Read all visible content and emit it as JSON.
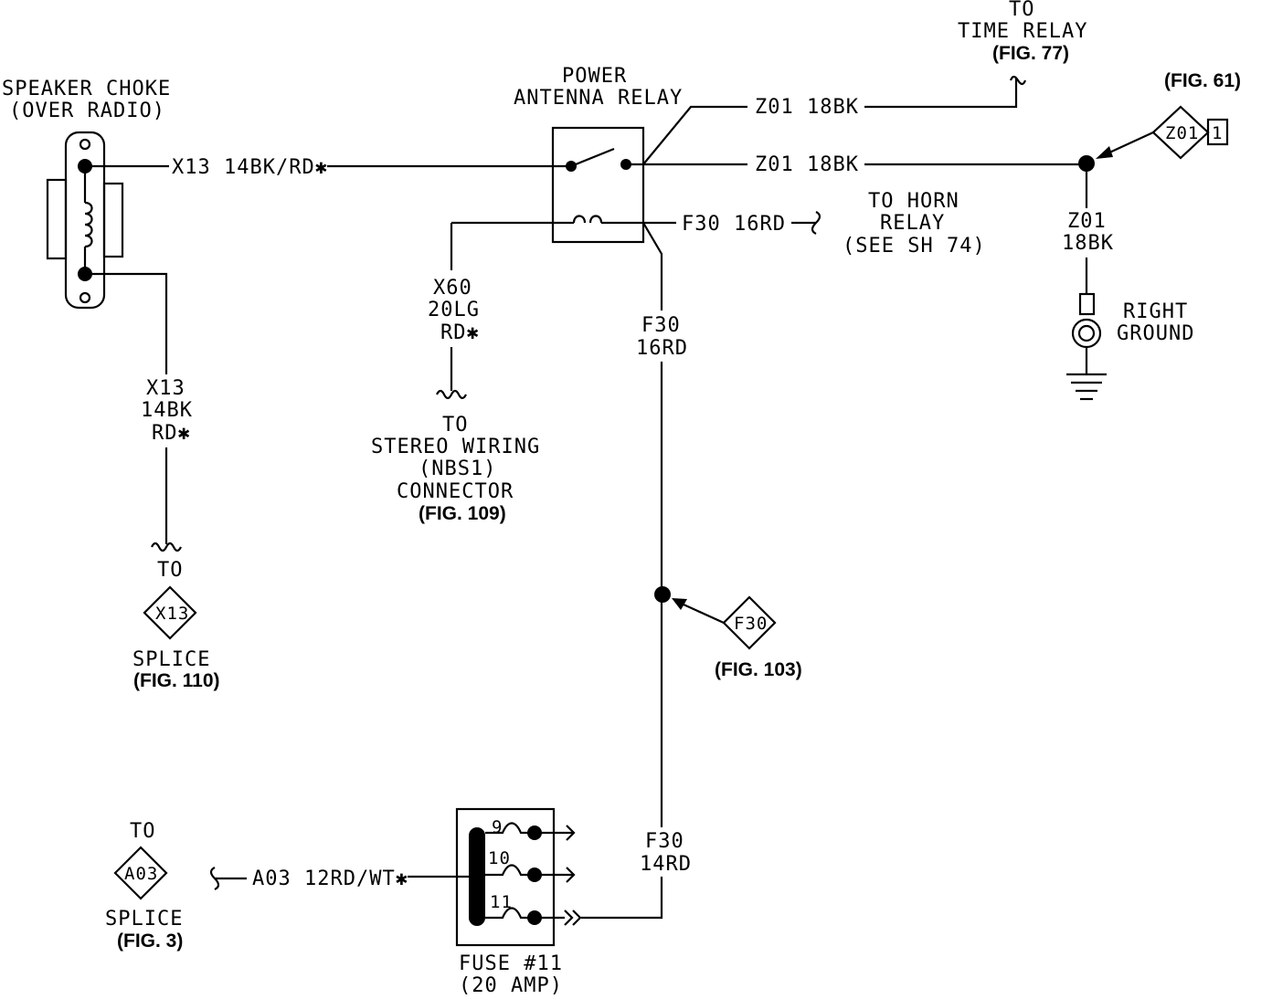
{
  "speaker_choke": {
    "title": "SPEAKER CHOKE",
    "subtitle": "(OVER RADIO)"
  },
  "relay": {
    "title": "POWER",
    "subtitle": "ANTENNA RELAY"
  },
  "wires": {
    "x13_top": "X13 14BK/RD✱",
    "z01_upper": "Z01 18BK",
    "z01_main": "Z01 18BK",
    "f30_horn": "F30 16RD",
    "a03": "A03 12RD/WT✱"
  },
  "time_relay": {
    "line1": "TO",
    "line2": "TIME RELAY",
    "fig": "(FIG. 77)"
  },
  "fig61": {
    "fig": "(FIG. 61)",
    "connector": "Z01",
    "pin": "1"
  },
  "horn_relay": {
    "line1": "TO HORN",
    "line2": "RELAY",
    "line3": "(SEE SH 74)"
  },
  "ground_wire": {
    "line1": "Z01",
    "line2": "18BK"
  },
  "ground": {
    "line1": "RIGHT",
    "line2": "GROUND"
  },
  "x60_wire": {
    "line1": "X60",
    "line2": "20LG",
    "line3": "RD✱"
  },
  "stereo": {
    "line1": "TO",
    "line2": "STEREO WIRING",
    "line3": "(NBS1)",
    "line4": "CONNECTOR",
    "fig": "(FIG. 109)"
  },
  "f30_vertical": {
    "line1": "F30",
    "line2": "16RD"
  },
  "x13_vertical": {
    "line1": "X13",
    "line2": "14BK",
    "line3": "RD✱"
  },
  "x13_splice": {
    "to": "TO",
    "connector": "X13",
    "label": "SPLICE",
    "fig": "(FIG. 110)"
  },
  "f30_splice": {
    "connector": "F30",
    "fig": "(FIG. 103)"
  },
  "f30_fuse_wire": {
    "line1": "F30",
    "line2": "14RD"
  },
  "a03_splice": {
    "to": "TO",
    "connector": "A03",
    "label": "SPLICE",
    "fig": "(FIG. 3)"
  },
  "fuse_block": {
    "fuse9": "9",
    "fuse10": "10",
    "fuse11": "11",
    "label": "FUSE #11",
    "rating": "(20 AMP)"
  }
}
